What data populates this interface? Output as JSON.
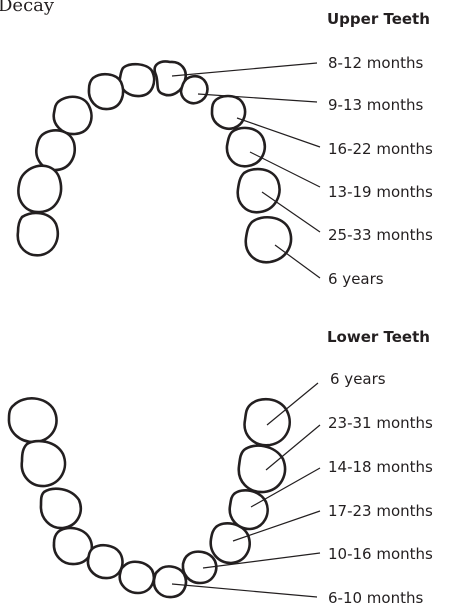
{
  "cut_off_text": "Decay",
  "upper": {
    "heading": "Upper Teeth",
    "labels": [
      "8-12 months",
      "9-13 months",
      "16-22 months",
      "13-19 months",
      "25-33 months",
      "6 years"
    ]
  },
  "lower": {
    "heading": "Lower Teeth",
    "labels": [
      "6 years",
      "23-31 months",
      "14-18 months",
      "17-23 months",
      "10-16 months",
      "6-10 months"
    ]
  }
}
